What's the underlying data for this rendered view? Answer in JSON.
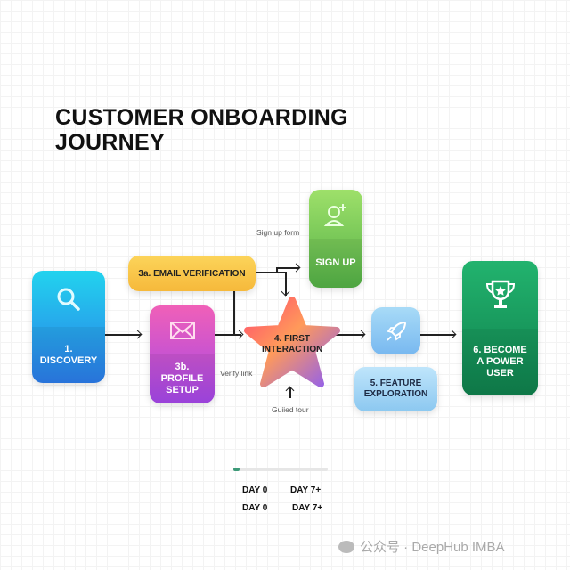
{
  "title": {
    "line1": "CUSTOMER ONBOARDING",
    "line2": "JOURNEY"
  },
  "steps": {
    "discovery": {
      "label": "1. DISCOVERY",
      "icon": "magnifier-icon",
      "color": "#1ea0ec"
    },
    "email": {
      "label": "3a. EMAIL VERIFICATION",
      "color": "#f9c846"
    },
    "profile": {
      "label": "3b. PROFILE SETUP",
      "icon": "envelope-icon",
      "color": "#c54adf"
    },
    "signup": {
      "label": "SIGN UP",
      "icon": "user-plus-icon",
      "color": "#62bb48"
    },
    "first": {
      "label": "4. FIRST INTERACTION",
      "icon": "star-shape"
    },
    "feature": {
      "label": "5. FEATURE EXPLORATION",
      "icon": "rocket-icon",
      "color": "#8cc8f0"
    },
    "power": {
      "label": "6. BECOME A POWER USER",
      "icon": "trophy-icon",
      "color": "#159a5c"
    }
  },
  "annotations": {
    "signup_form": "Sign up form",
    "verify_link": "Verify link",
    "guided_tour": "Guiied tour"
  },
  "timeline": {
    "progress_percent": 7,
    "row1": [
      "DAY 0",
      "DAY 7+"
    ],
    "row2": [
      "DAY 0",
      "DAY 7+"
    ]
  },
  "watermark": "公众号 · DeepHub IMBA"
}
